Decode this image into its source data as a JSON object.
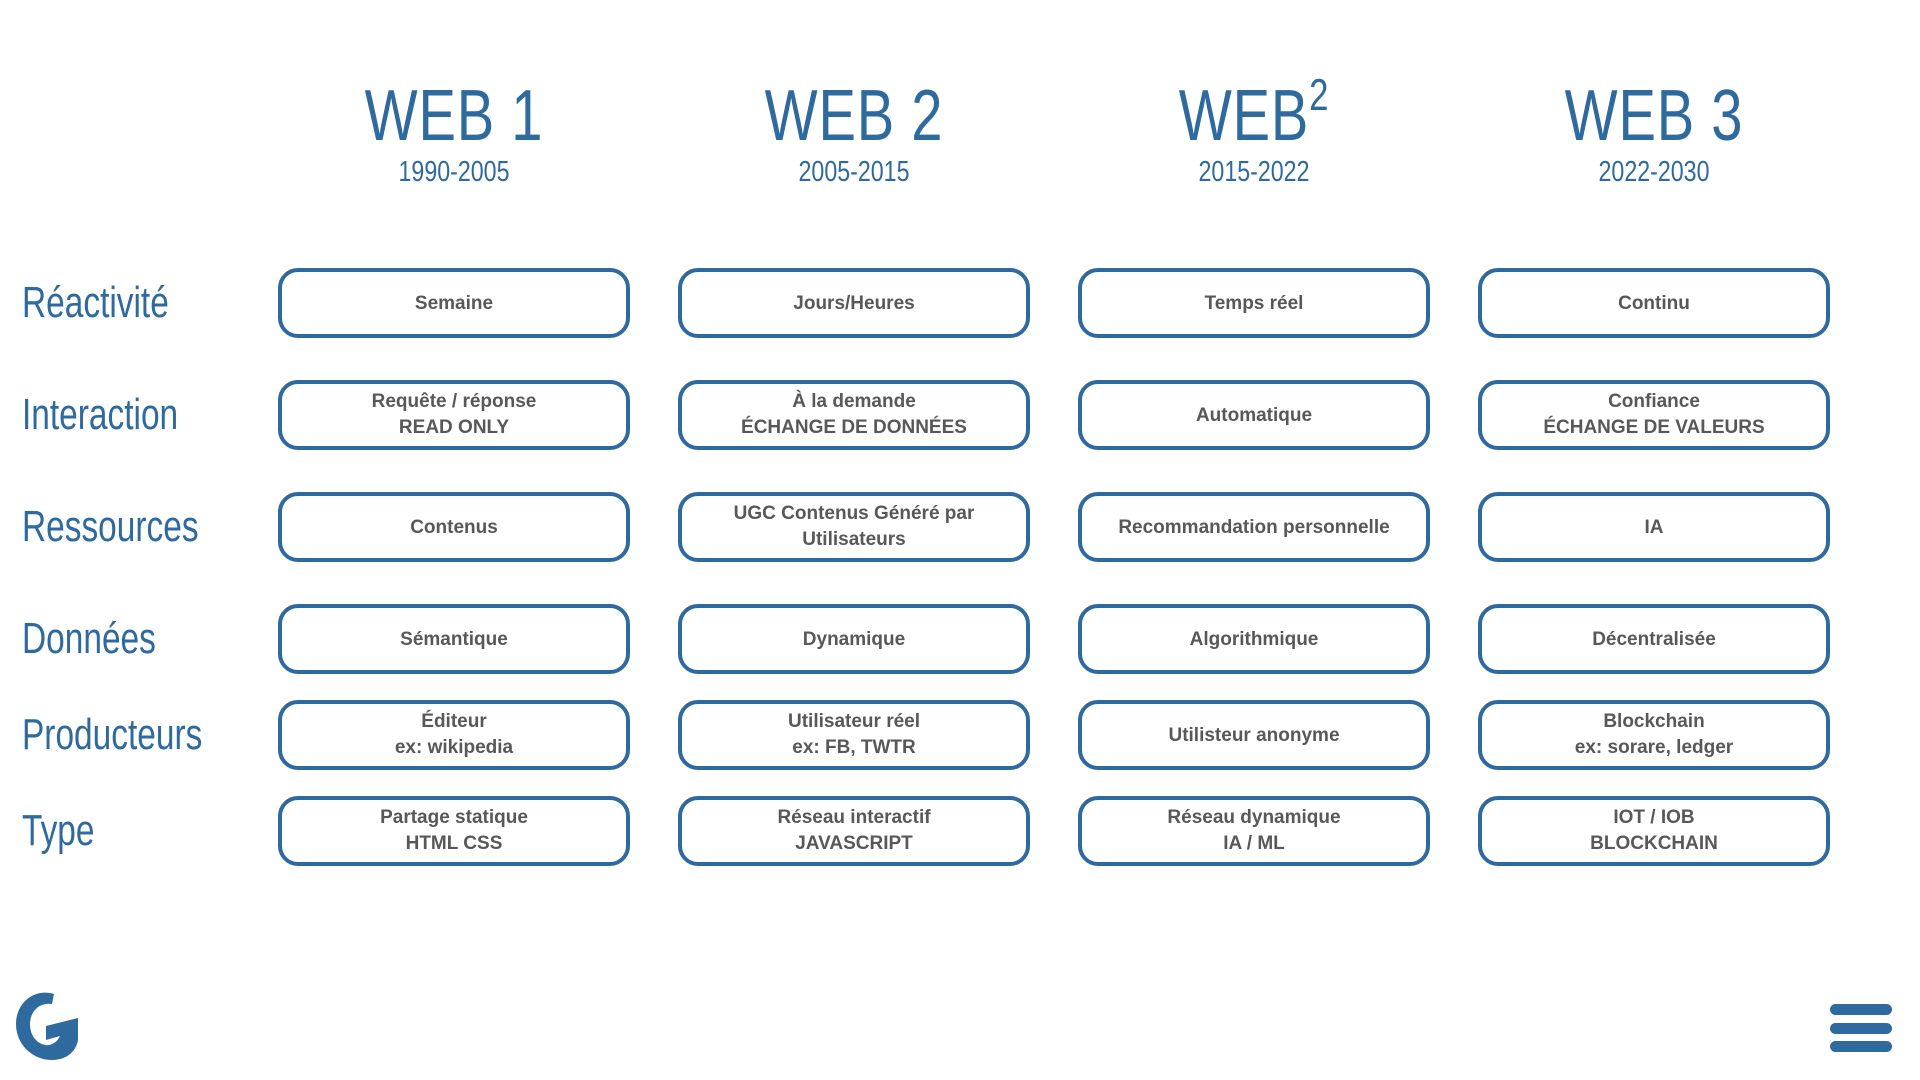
{
  "theme": {
    "accent": "#2e6a9e",
    "cell_text": "#585858",
    "background": "#ffffff"
  },
  "columns": [
    {
      "title": "WEB 1",
      "superscript": "",
      "dates": "1990-2005"
    },
    {
      "title": "WEB 2",
      "superscript": "",
      "dates": "2005-2015"
    },
    {
      "title": "WEB",
      "superscript": "2",
      "dates": "2015-2022"
    },
    {
      "title": "WEB 3",
      "superscript": "",
      "dates": "2022-2030"
    }
  ],
  "rows": [
    {
      "label": "Réactivité"
    },
    {
      "label": "Interaction"
    },
    {
      "label": "Ressources"
    },
    {
      "label": "Données"
    },
    {
      "label": "Producteurs"
    },
    {
      "label": "Type"
    }
  ],
  "cells": [
    [
      {
        "lines": [
          "Semaine"
        ]
      },
      {
        "lines": [
          "Jours/Heures"
        ]
      },
      {
        "lines": [
          "Temps réel"
        ]
      },
      {
        "lines": [
          "Continu"
        ]
      }
    ],
    [
      {
        "lines": [
          "Requête / réponse",
          "READ ONLY"
        ]
      },
      {
        "lines": [
          "À la demande",
          "ÉCHANGE DE DONNÉES"
        ]
      },
      {
        "lines": [
          "Automatique"
        ]
      },
      {
        "lines": [
          "Confiance",
          "ÉCHANGE DE VALEURS"
        ]
      }
    ],
    [
      {
        "lines": [
          "Contenus"
        ]
      },
      {
        "lines": [
          "UGC Contenus Généré par",
          "Utilisateurs"
        ]
      },
      {
        "lines": [
          "Recommandation personnelle"
        ]
      },
      {
        "lines": [
          "IA"
        ]
      }
    ],
    [
      {
        "lines": [
          "Sémantique"
        ]
      },
      {
        "lines": [
          "Dynamique"
        ]
      },
      {
        "lines": [
          "Algorithmique"
        ]
      },
      {
        "lines": [
          "Décentralisée"
        ]
      }
    ],
    [
      {
        "lines": [
          "Éditeur",
          "ex: wikipedia"
        ]
      },
      {
        "lines": [
          "Utilisateur réel",
          "ex: FB, TWTR"
        ]
      },
      {
        "lines": [
          "Utilisteur anonyme"
        ]
      },
      {
        "lines": [
          "Blockchain",
          "ex: sorare, ledger"
        ]
      }
    ],
    [
      {
        "lines": [
          "Partage statique",
          "HTML CSS"
        ]
      },
      {
        "lines": [
          "Réseau interactif",
          "JAVASCRIPT"
        ]
      },
      {
        "lines": [
          "Réseau dynamique",
          "IA / ML"
        ]
      },
      {
        "lines": [
          "IOT / IOB",
          "BLOCKCHAIN"
        ]
      }
    ]
  ],
  "footer": {
    "logo_name": "g-logo",
    "menu_name": "hamburger-menu-icon"
  }
}
